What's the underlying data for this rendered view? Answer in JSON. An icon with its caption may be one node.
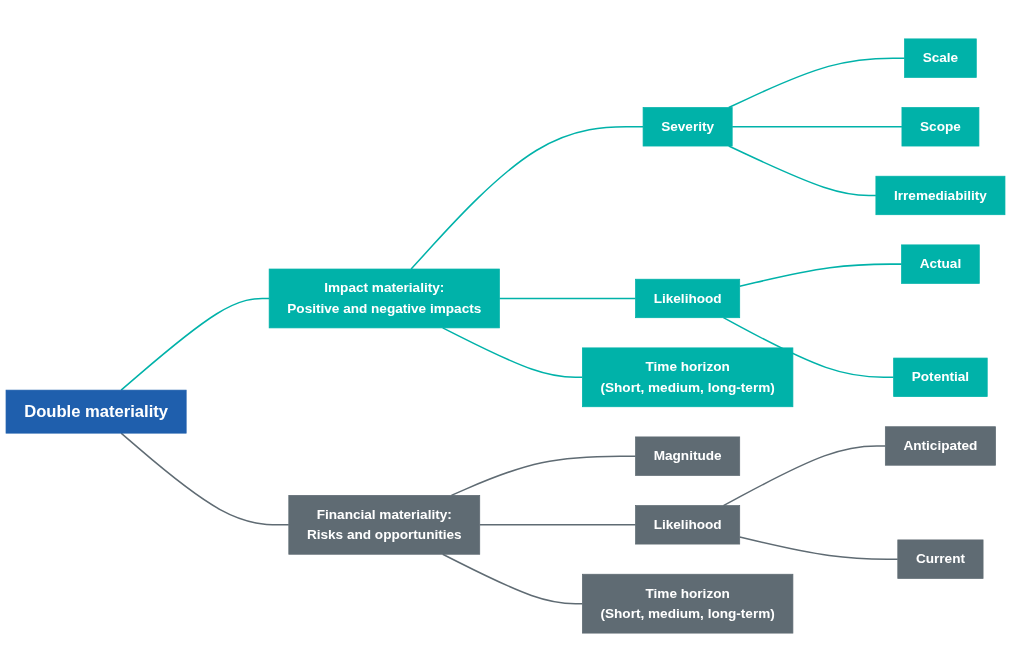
{
  "diagram": {
    "nodes": [
      {
        "text": [
          "Double materiality"
        ]
      },
      {
        "text": [
          "Impact materiality:",
          "Positive and negative impacts"
        ]
      },
      {
        "text": [
          "Severity"
        ]
      },
      {
        "text": [
          "Scale"
        ]
      },
      {
        "text": [
          "Scope"
        ]
      },
      {
        "text": [
          "Irremediability"
        ]
      },
      {
        "text": [
          "Likelihood"
        ]
      },
      {
        "text": [
          "Actual"
        ]
      },
      {
        "text": [
          "Potential"
        ]
      },
      {
        "text": [
          "Time horizon",
          "(Short, medium, long-term)"
        ]
      },
      {
        "text": [
          "Financial materiality:",
          "Risks and opportunities"
        ]
      },
      {
        "text": [
          "Magnitude"
        ]
      },
      {
        "text": [
          "Likelihood"
        ]
      },
      {
        "text": [
          "Anticipated"
        ]
      },
      {
        "text": [
          "Current"
        ]
      },
      {
        "text": [
          "Time horizon",
          "(Short, medium, long-term)"
        ]
      }
    ],
    "edges": [
      {
        "from": 0,
        "to": 1,
        "arrow": "none"
      },
      {
        "from": 0,
        "to": 10,
        "arrow": "none",
        "color": "#5f6b73"
      },
      {
        "from": 1,
        "to": 2,
        "arrow": "none"
      },
      {
        "from": 1,
        "to": 6,
        "arrow": "none"
      },
      {
        "from": 1,
        "to": 9,
        "arrow": "none"
      },
      {
        "from": 2,
        "to": 3,
        "arrow": "none"
      },
      {
        "from": 2,
        "to": 4,
        "arrow": "none"
      },
      {
        "from": 2,
        "to": 5,
        "arrow": "none"
      },
      {
        "from": 6,
        "to": 7,
        "arrow": "none"
      },
      {
        "from": 6,
        "to": 8,
        "arrow": "none"
      },
      {
        "from": 10,
        "to": 11,
        "arrow": "none",
        "color": "#5f6b73"
      },
      {
        "from": 10,
        "to": 12,
        "arrow": "none",
        "color": "#5f6b73"
      },
      {
        "from": 10,
        "to": 15,
        "arrow": "none",
        "color": "#5f6b73"
      },
      {
        "from": 12,
        "to": 13,
        "arrow": "none",
        "color": "#5f6b73"
      },
      {
        "from": 12,
        "to": 14,
        "arrow": "none",
        "color": "#5f6b73"
      }
    ]
  }
}
